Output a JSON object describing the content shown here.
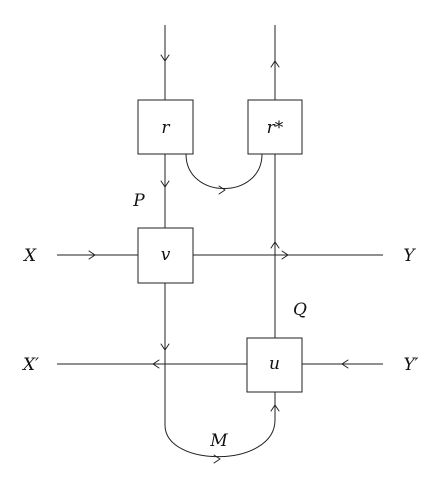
{
  "diagram": {
    "boxes": {
      "r": "r",
      "r_star": "r*",
      "v": "v",
      "u": "u"
    },
    "wires": {
      "P": "P",
      "Q": "Q",
      "M": "M",
      "X": "X",
      "Y": "Y",
      "X_prime": "X′",
      "Y_prime": "Y′"
    }
  }
}
